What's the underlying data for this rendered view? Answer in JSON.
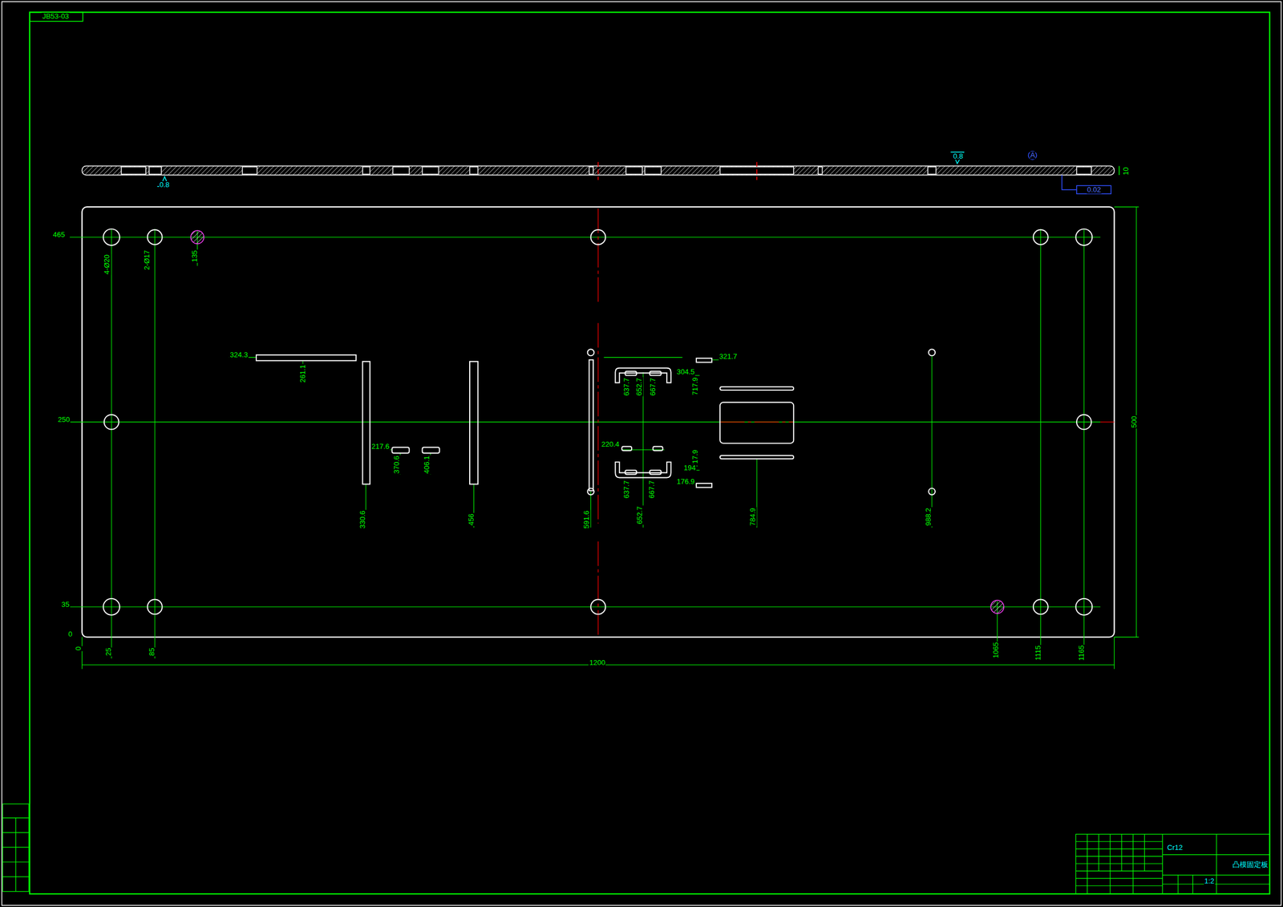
{
  "diagram": {
    "labels": [
      "JB53-03",
      "0.8",
      "0.8",
      "A",
      "0.02",
      "10",
      "465",
      "250",
      "35",
      "0",
      "0",
      "25",
      "85",
      "1065",
      "1115",
      "1165",
      "1200",
      "500",
      "4-Ø20",
      "2-Ø17",
      "135",
      "324.3",
      "261.1",
      "217.6",
      "370.6",
      "406.1",
      "330.6",
      "456",
      "591.6",
      "637.7",
      "652.7",
      "667.7",
      "304.5",
      "717.9",
      "321.7",
      "637.7",
      "652.7",
      "667.7",
      "717.9",
      "194",
      "176.9",
      "220.4",
      "784.9",
      "988.2",
      "Cr12",
      "凸模固定板",
      "1:2"
    ]
  }
}
